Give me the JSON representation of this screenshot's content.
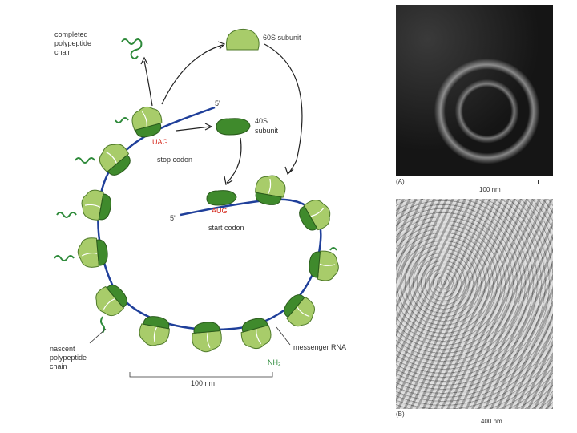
{
  "diagram": {
    "labels": {
      "completed_chain": [
        "completed",
        "polypeptide",
        "chain"
      ],
      "subunit_60s": "60S subunit",
      "subunit_40s": [
        "40S",
        "subunit"
      ],
      "uag": "UAG",
      "stop_codon": "stop codon",
      "aug": "AUG",
      "start_codon": "start codon",
      "five_prime_top": "5'",
      "five_prime_left": "5'",
      "nascent_chain": [
        "nascent",
        "polypeptide",
        "chain"
      ],
      "messenger_rna": "messenger RNA",
      "nh2": "NH₂",
      "scale": "100 nm"
    },
    "colors": {
      "large_subunit": "#a8cc6a",
      "small_subunit": "#3f8a2c",
      "mrna": "#1f3f9a",
      "polypeptide": "#2e8a3a",
      "codon_red": "#d62a1e"
    }
  },
  "micrographs": {
    "a": {
      "label": "(A)",
      "scale": "100 nm"
    },
    "b": {
      "label": "(B)",
      "scale": "400 nm"
    }
  }
}
